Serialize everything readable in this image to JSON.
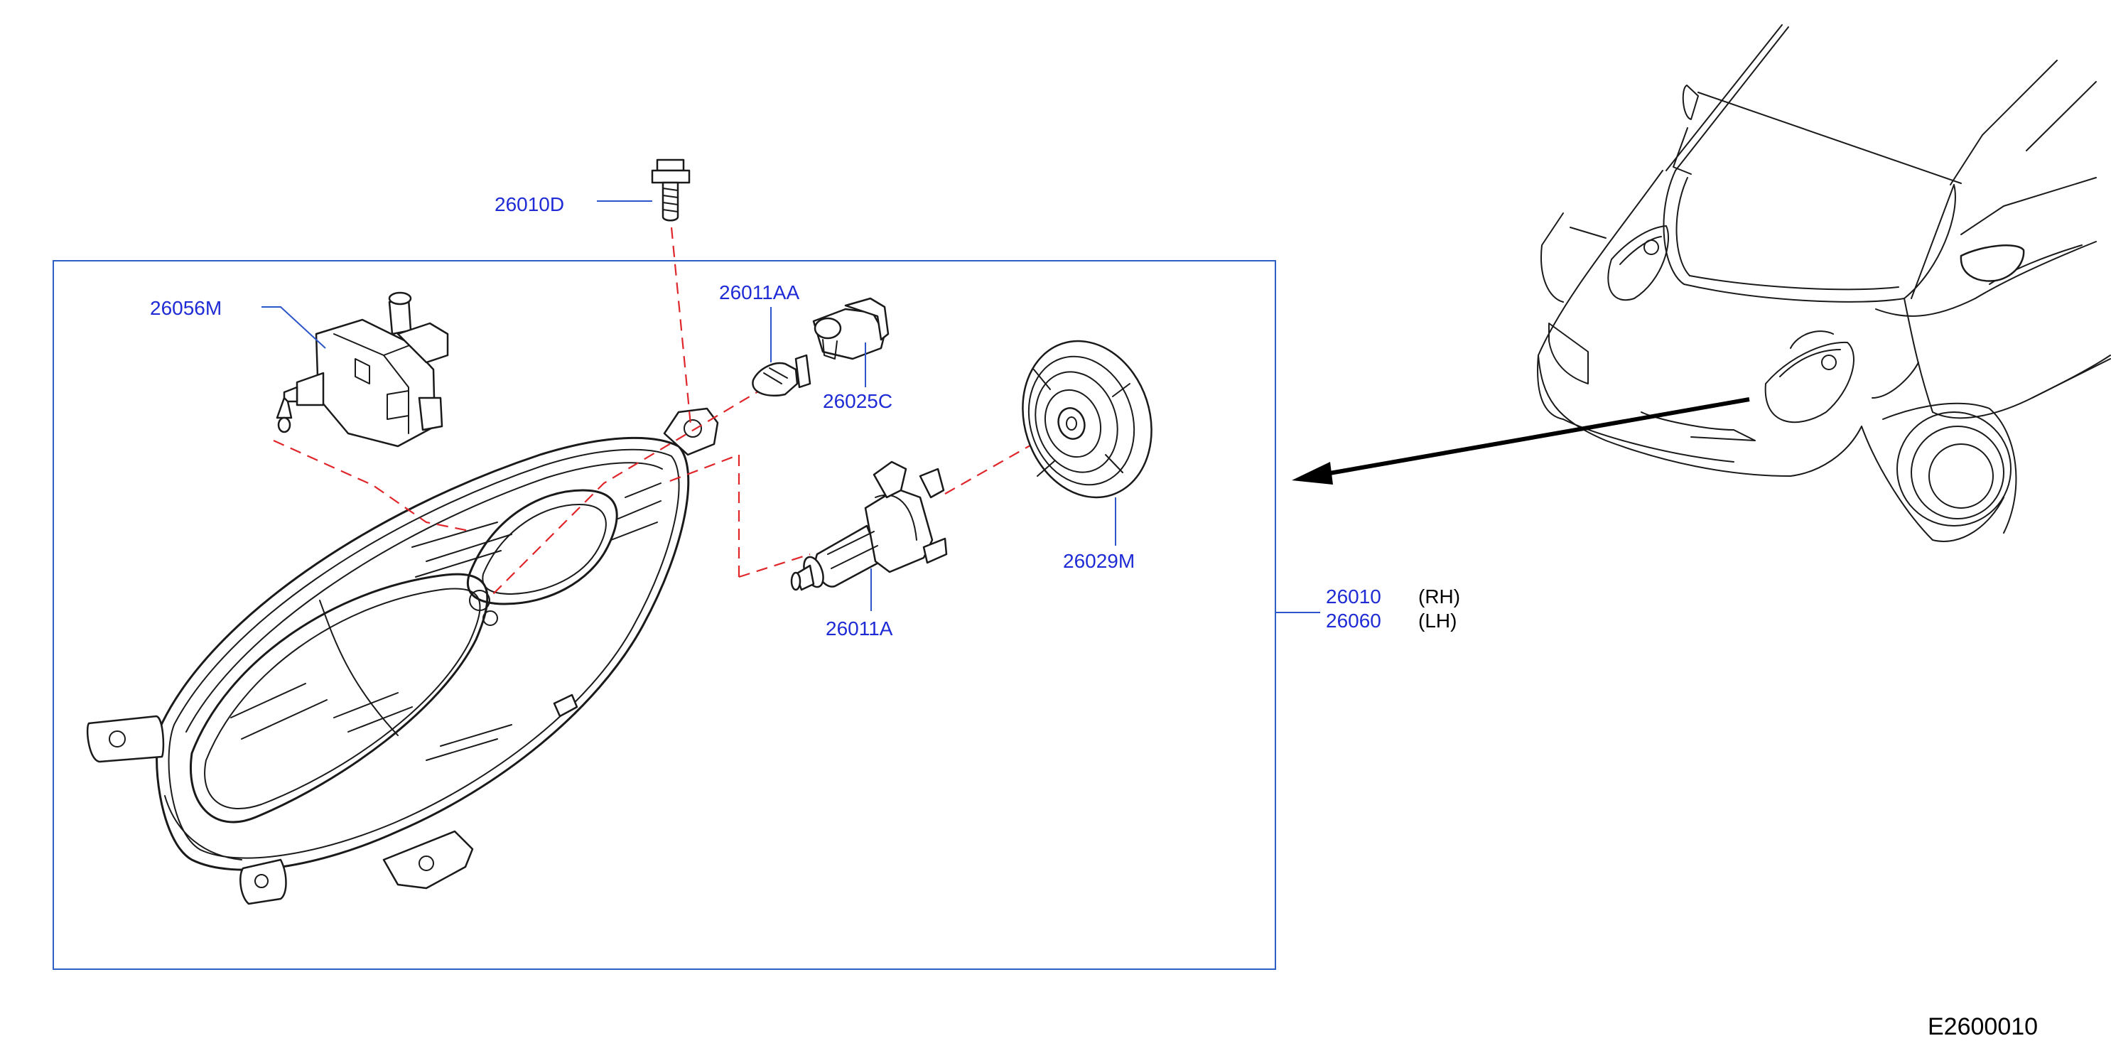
{
  "diagram": {
    "colors": {
      "callout_text": "#1f2cd6",
      "leader_line": "#2b55c9",
      "phantom_line": "#e0262a",
      "outline": "#1a1a1a",
      "frame": "#2e5fc2"
    },
    "callouts": {
      "screw": "26010D",
      "actuator": "26056M",
      "side_bulb": "26011AA",
      "socket": "26025C",
      "dust_cap": "26029M",
      "main_bulb": "26011A"
    },
    "assembly": {
      "rh_part": "26010",
      "rh_side": "(RH)",
      "lh_part": "26060",
      "lh_side": "(LH)"
    },
    "figure_ref": "E2600010"
  }
}
